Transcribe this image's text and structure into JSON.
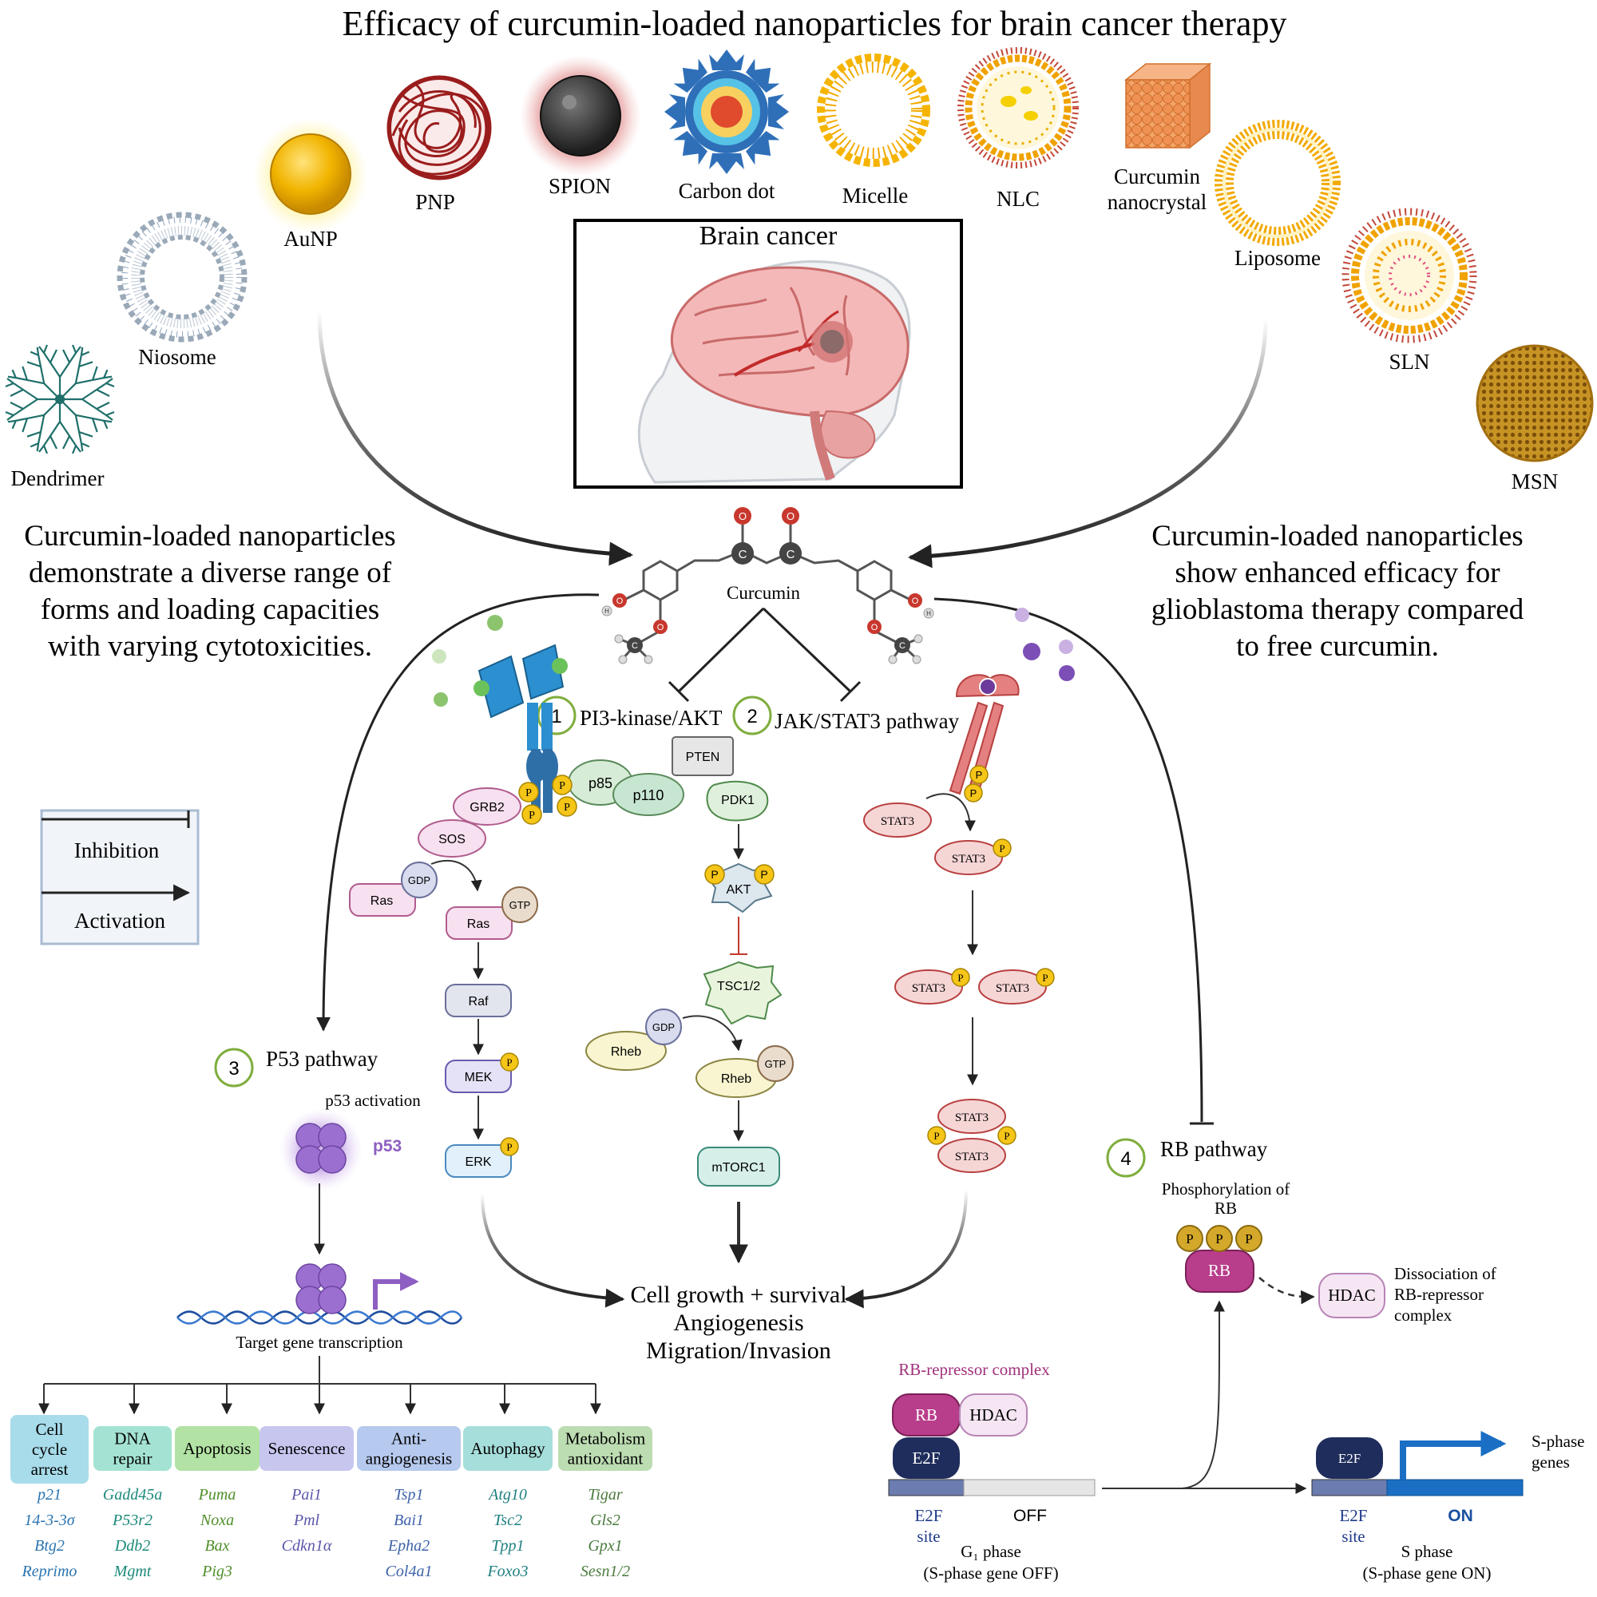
{
  "title": "Efficacy of curcumin-loaded nanoparticles for brain cancer therapy",
  "nanoparticles": [
    {
      "key": "dendrimer",
      "label": "Dendrimer"
    },
    {
      "key": "niosome",
      "label": "Niosome"
    },
    {
      "key": "aunp",
      "label": "AuNP"
    },
    {
      "key": "pnp",
      "label": "PNP"
    },
    {
      "key": "spion",
      "label": "SPION"
    },
    {
      "key": "carbon_dot",
      "label": "Carbon dot"
    },
    {
      "key": "micelle",
      "label": "Micelle"
    },
    {
      "key": "nlc",
      "label": "NLC"
    },
    {
      "key": "nanocrystal",
      "label_line1": "Curcumin",
      "label_line2": "nanocrystal"
    },
    {
      "key": "liposome",
      "label": "Liposome"
    },
    {
      "key": "sln",
      "label": "SLN"
    },
    {
      "key": "msn",
      "label": "MSN"
    }
  ],
  "brain_box_title": "Brain cancer",
  "left_text": [
    "Curcumin-loaded nanoparticles",
    "demonstrate a diverse range of",
    "forms and loading capacities",
    "with varying cytotoxicities."
  ],
  "right_text": [
    "Curcumin-loaded nanoparticles",
    "show enhanced efficacy for",
    "glioblastoma therapy compared",
    "to free curcumin."
  ],
  "curcumin": {
    "label": "Curcumin",
    "atom_o": "O",
    "atom_c": "C",
    "atom_h": "H"
  },
  "pathways": {
    "p1": {
      "num": "1",
      "label": "PI3-kinase/AKT"
    },
    "p2": {
      "num": "2",
      "label": "JAK/STAT3 pathway"
    },
    "p3": {
      "num": "3",
      "label": "P53 pathway"
    },
    "p4": {
      "num": "4",
      "label": "RB pathway"
    }
  },
  "legend": {
    "inhibition": "Inhibition",
    "activation": "Activation"
  },
  "mapk": {
    "grb2": "GRB2",
    "sos": "SOS",
    "ras": "Ras",
    "gdp": "GDP",
    "gtp": "GTP",
    "raf": "Raf",
    "mek": "MEK",
    "erk": "ERK",
    "p": "P"
  },
  "receptor": {
    "p85": "p85",
    "p110": "p110"
  },
  "pi3k": {
    "pten": "PTEN",
    "pdk1": "PDK1",
    "akt": "AKT",
    "tsc": "TSC1/2",
    "rheb": "Rheb",
    "gdp": "GDP",
    "gtp": "GTP",
    "mtorc1": "mTORC1"
  },
  "stat": {
    "stat3": "STAT3"
  },
  "outcome": [
    "Cell growth + survival",
    "Angiogenesis",
    "Migration/Invasion"
  ],
  "p53": {
    "activation": "p53 activation",
    "label": "p53",
    "transcription": "Target gene transcription"
  },
  "p53_targets": [
    {
      "head": [
        "Cell",
        "cycle",
        "arrest"
      ],
      "color": "#a8dcea",
      "text": "#2a74b0",
      "genes": [
        "p21",
        "14-3-3σ",
        "Btg2",
        "Reprimo"
      ]
    },
    {
      "head": [
        "DNA",
        "repair"
      ],
      "color": "#a4e3d3",
      "text": "#1c8a7a",
      "genes": [
        "Gadd45a",
        "P53r2",
        "Ddb2",
        "Mgmt"
      ]
    },
    {
      "head": [
        "Apoptosis"
      ],
      "color": "#b2e2a4",
      "text": "#4f8f2a",
      "genes": [
        "Puma",
        "Noxa",
        "Bax",
        "Pig3"
      ]
    },
    {
      "head": [
        "Senescence"
      ],
      "color": "#c7c6ef",
      "text": "#5a56a8",
      "genes": [
        "Pai1",
        "Pml",
        "Cdkn1α"
      ]
    },
    {
      "head": [
        "Anti-",
        "angiogenesis"
      ],
      "color": "#b6c9ee",
      "text": "#3e62a8",
      "genes": [
        "Tsp1",
        "Bai1",
        "Epha2",
        "Col4a1"
      ]
    },
    {
      "head": [
        "Autophagy"
      ],
      "color": "#a6dedb",
      "text": "#1f7f80",
      "genes": [
        "Atg10",
        "Tsc2",
        "Tpp1",
        "Foxo3"
      ]
    },
    {
      "head": [
        "Metabolism",
        "antioxidant"
      ],
      "color": "#bcdcb2",
      "text": "#4b7a3e",
      "genes": [
        "Tigar",
        "Gls2",
        "Gpx1",
        "Sesn1/2"
      ]
    }
  ],
  "rb": {
    "phos_label": [
      "Phosphorylation of",
      "RB"
    ],
    "rb": "RB",
    "hdac": "HDAC",
    "e2f": "E2F",
    "p": "P",
    "dissoc": [
      "Dissociation of",
      "RB-repressor",
      "complex"
    ],
    "complex_label": "RB-repressor complex",
    "e2f_site": [
      "E2F",
      "site"
    ],
    "off": "OFF",
    "on": "ON",
    "g1": [
      "G₁ phase",
      "(S-phase gene OFF)"
    ],
    "s": [
      "S phase",
      "(S-phase gene ON)"
    ],
    "sphase_genes": [
      "S-phase",
      "genes"
    ]
  },
  "colors": {
    "p_badge": "#f5c518",
    "stat": "#f6d5d5",
    "stat_stroke": "#b84040",
    "green_num": "#7fae3e",
    "purple": "#8e5fc2",
    "rb": "#b83d8a",
    "e2f": "#1f2d5c",
    "arrow_blue": "#1a6fc4"
  }
}
